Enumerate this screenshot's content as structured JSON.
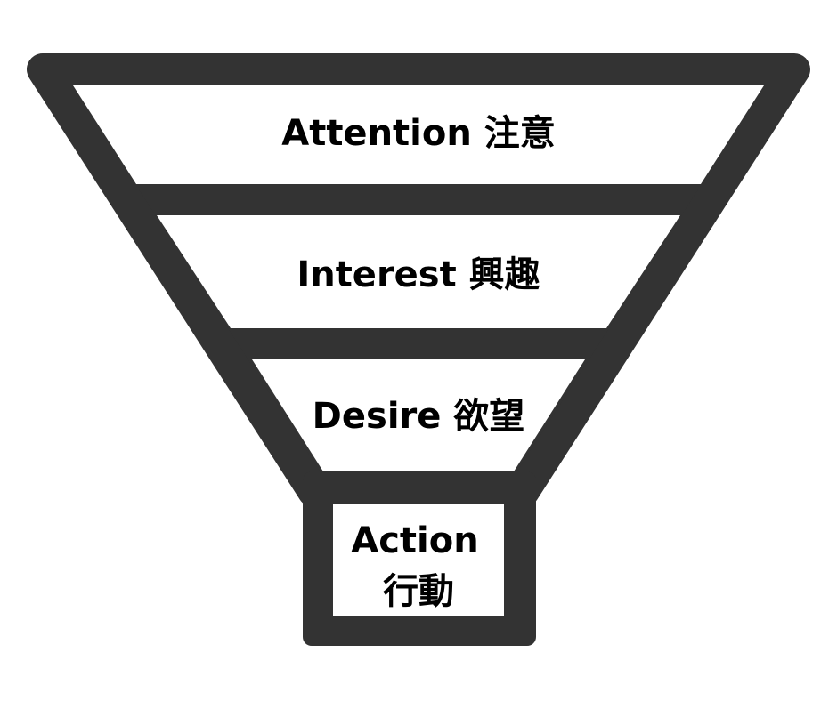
{
  "diagram": {
    "colors": {
      "frame": "#333333",
      "background": "#ffffff",
      "text": "#000000"
    },
    "stages": [
      {
        "id": "attention",
        "label": "Attention 注意"
      },
      {
        "id": "interest",
        "label": "Interest 興趣"
      },
      {
        "id": "desire",
        "label": "Desire 欲望"
      },
      {
        "id": "action",
        "label_line1": "Action",
        "label_line2": "行動"
      }
    ]
  }
}
